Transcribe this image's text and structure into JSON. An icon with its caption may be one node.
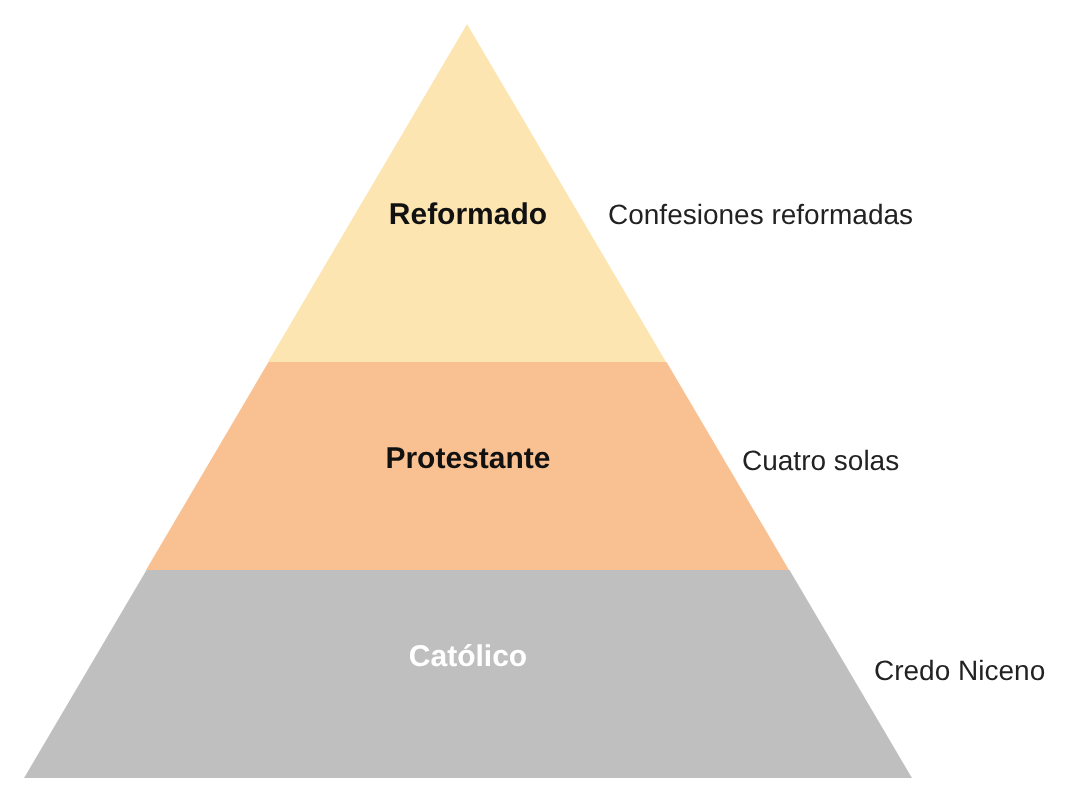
{
  "diagram": {
    "nodes": [
      {
        "text": [
          "Reformado"
        ],
        "beside": [
          "Confesiones reformadas"
        ]
      },
      {
        "text": [
          "Protestante"
        ],
        "beside": [
          "Cuatro solas"
        ]
      },
      {
        "text": [
          "Católico"
        ],
        "beside": [
          "Credo Niceno"
        ]
      }
    ]
  }
}
